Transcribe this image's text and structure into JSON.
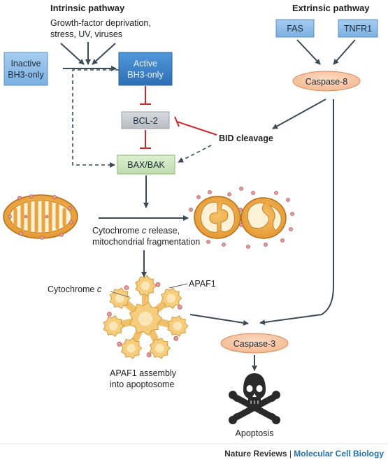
{
  "intrinsic": {
    "header": "Intrinsic pathway",
    "stimuli_line1": "Growth-factor deprivation,",
    "stimuli_line2": "stress, UV, viruses",
    "inactive_bh3_line1": "Inactive",
    "inactive_bh3_line2": "BH3-only",
    "active_bh3_line1": "Active",
    "active_bh3_line2": "BH3-only",
    "bcl2": "BCL-2",
    "baxbak": "BAX/BAK"
  },
  "extrinsic": {
    "header": "Extrinsic pathway",
    "fas": "FAS",
    "tnfr1": "TNFR1",
    "caspase8": "Caspase-8",
    "bid_cleavage": "BID cleavage"
  },
  "mito": {
    "release_line1_a": "Cytochrome ",
    "release_line1_b": "c",
    "release_line1_c": " release,",
    "release_line2": "mitochondrial fragmentation"
  },
  "apoptosome": {
    "cytc_a": "Cytochrome ",
    "cytc_b": "c",
    "apaf1": "APAF1",
    "assembly_line1": "APAF1 assembly",
    "assembly_line2": "into apoptosome"
  },
  "caspase3": "Caspase-3",
  "apoptosis": "Apoptosis",
  "credit": {
    "journal": "Nature Reviews",
    "separator": " | ",
    "section": "Molecular Cell Biology"
  },
  "colors": {
    "blue_dark": "#3a7fc8",
    "blue_light": "#8ab9e6",
    "grey_box": "#c9ccd0",
    "green_box": "#cfe6c2",
    "salmon": "#f6c6a2",
    "inhibit_red": "#d0272e",
    "mito_orange": "#f0a840",
    "credit_blue": "#1f6fb2"
  }
}
